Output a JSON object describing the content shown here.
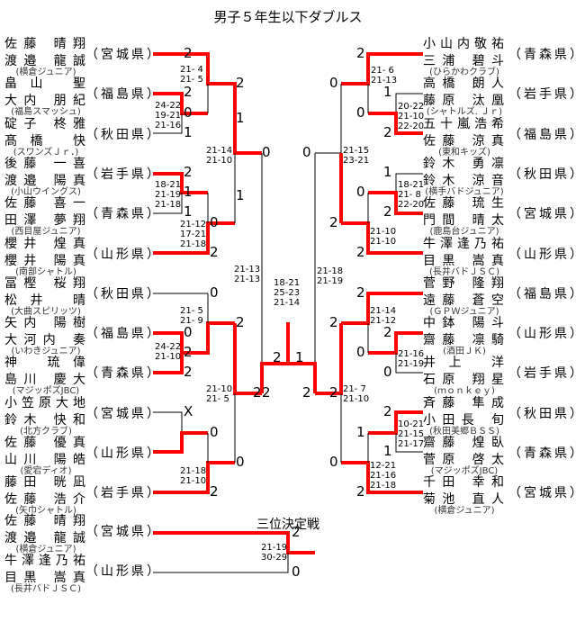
{
  "title": "男子５年生以下ダブルス",
  "third_place_title": "三位決定戦",
  "left_entries": [
    {
      "names": [
        "佐藤　晴翔",
        "渡邉　龍誠"
      ],
      "prefecture": "（宮城県）",
      "club": "(横倉ジュニア)"
    },
    {
      "names": [
        "畠山　　聖",
        "大内　朋紀"
      ],
      "prefecture": "（福島県）",
      "club": "(福島スマッシュ)"
    },
    {
      "names": [
        "碇子　柊雅",
        "髙橋　　快"
      ],
      "prefecture": "（秋田県）",
      "club": "(スワンズＪｒ．)"
    },
    {
      "names": [
        "後藤　一喜",
        "渡邉　陽真"
      ],
      "prefecture": "（岩手県）",
      "club": "(小山ウイングス)"
    },
    {
      "names": [
        "佐藤　喜一",
        "田澤　夢翔"
      ],
      "prefecture": "（青森県）",
      "club": "(西目屋ジュニア)"
    },
    {
      "names": [
        "櫻井　煌真",
        "櫻井　陽真"
      ],
      "prefecture": "（山形県）",
      "club": "(南部シャトル)"
    },
    {
      "names": [
        "冨樫　桜翔",
        "松井　　晴"
      ],
      "prefecture": "（秋田県）",
      "club": "(大曲スピリッツ)"
    },
    {
      "names": [
        "矢内　陽樹",
        "大河内　奏"
      ],
      "prefecture": "（福島県）",
      "club": "(いわきジュニア)"
    },
    {
      "names": [
        "神　　琉偉",
        "島川　慶大"
      ],
      "prefecture": "（青森県）",
      "club": "(マジッポズJBC)"
    },
    {
      "names": [
        "小笠原大地",
        "鈴木　快和"
      ],
      "prefecture": "（宮城県）",
      "club": "(北方クラブ)"
    },
    {
      "names": [
        "佐藤　優真",
        "山川　陽皓"
      ],
      "prefecture": "（山形県）",
      "club": "(愛宕ディオ)"
    },
    {
      "names": [
        "藤田　晄凪",
        "佐藤　浩介"
      ],
      "prefecture": "（岩手県）",
      "club": "(矢巾シャトル)"
    }
  ],
  "right_entries": [
    {
      "names": [
        "小山内敬祐",
        "三浦　碧斗"
      ],
      "prefecture": "（青森県）",
      "club": "(ひらかわクラブ)"
    },
    {
      "names": [
        "高橋　朗人",
        "藤原　汰凰"
      ],
      "prefecture": "（岩手県）",
      "club": "(シャトルズ. Ｊｒ)"
    },
    {
      "names": [
        "五十嵐浩希",
        "佐藤　涼真"
      ],
      "prefecture": "（福島県）",
      "club": "(東和キッズ)"
    },
    {
      "names": [
        "鈴木　勇凛",
        "鈴木　涼音"
      ],
      "prefecture": "（秋田県）",
      "club": "(横手バドジュニア)"
    },
    {
      "names": [
        "佐藤　琉生",
        "門間　晴太"
      ],
      "prefecture": "（宮城県）",
      "club": "(鹿島台ジュニア)"
    },
    {
      "names": [
        "牛澤逢乃祐",
        "目黒　嵩真"
      ],
      "prefecture": "（山形県）",
      "club": "(長井バドＪＳＣ)"
    },
    {
      "names": [
        "菅野　隆翔",
        "遠藤　蒼空"
      ],
      "prefecture": "（福島県）",
      "club": "(ＧＰＷジュニア)"
    },
    {
      "names": [
        "中鉢　陽斗",
        "齋藤　凛騎"
      ],
      "prefecture": "（山形県）",
      "club": "(酒田ＪＫ)"
    },
    {
      "names": [
        "井上　　洋",
        "石原　翔星"
      ],
      "prefecture": "（岩手県）",
      "club": "(ｍｏｎｋｅｙ)"
    },
    {
      "names": [
        "斉藤　隼成",
        "小田長　旬"
      ],
      "prefecture": "（秋田県）",
      "club": "(秋田美郷ＢＳＳ)"
    },
    {
      "names": [
        "齋藤　煌臥",
        "菅原　啓太"
      ],
      "prefecture": "（青森県）",
      "club": "(マジッポズJBC)"
    },
    {
      "names": [
        "千田　幸和",
        "菊池　直人"
      ],
      "prefecture": "（宮城県）",
      "club": "(横倉ジュニア)"
    }
  ],
  "third_place": {
    "entries": [
      {
        "names": [
          "佐藤　晴翔",
          "渡邉　龍誠"
        ],
        "prefecture": "（宮城県）",
        "club": "(横倉ジュニア)"
      },
      {
        "names": [
          "牛澤逢乃祐",
          "目黒　嵩真"
        ],
        "prefecture": "（山形県）",
        "club": "(長井バドＪＳＣ)"
      }
    ],
    "scores": [
      "2",
      "0"
    ],
    "games": "21-19\n30-29"
  },
  "matches": {
    "L_r1a": {
      "scores": [
        "2",
        "1"
      ],
      "games": "24-22\n19-21\n21-16"
    },
    "L_r2a": {
      "scores": [
        "2",
        "0"
      ],
      "games": "21- 4\n21- 5"
    },
    "L_r1b": {
      "scores": [
        "2",
        "1"
      ],
      "games": "18-21\n21-19\n21-18"
    },
    "L_r2b": {
      "scores": [
        "1",
        "2"
      ],
      "games": "21-12\n17-21\n21-18"
    },
    "L_qf1": {
      "scores": [
        "2",
        "0"
      ],
      "games": "21-14\n21-10"
    },
    "L_r1c": {
      "scores": [
        "0",
        "2"
      ],
      "games": "24-22\n21-10"
    },
    "L_r2c": {
      "scores": [
        "0",
        "2"
      ],
      "games": "21- 5\n21- 9"
    },
    "L_r1d": {
      "scores": [
        "X",
        "0"
      ],
      "games": ""
    },
    "L_r2d": {
      "scores": [
        "0",
        "2"
      ],
      "games": "21-18\n21-10"
    },
    "L_qf2": {
      "scores": [
        "2",
        "0"
      ],
      "games": "21-10\n21- 5"
    },
    "L_sf": {
      "scores": [
        "0",
        "2"
      ],
      "games": "21-13\n21-13"
    },
    "R_r2a": {
      "scores": [
        "2",
        "0"
      ],
      "games": "21- 6\n21-13"
    },
    "R_r1a": {
      "scores": [
        "1",
        "2"
      ],
      "games": "20-22\n21-10\n22-20"
    },
    "R_r1b": {
      "scores": [
        "1",
        "2"
      ],
      "games": "18-21\n21- 8\n22-20"
    },
    "R_r2b": {
      "scores": [
        "0",
        "2"
      ],
      "games": "21-10\n21-10"
    },
    "R_qf1": {
      "scores": [
        "0",
        "2"
      ],
      "games": "21-15\n23-21"
    },
    "R_r2c": {
      "scores": [
        "2",
        "0"
      ],
      "games": "21-14\n21-12"
    },
    "R_r1c": {
      "scores": [
        "2",
        "0"
      ],
      "games": "21-16\n21-19"
    },
    "R_r1d": {
      "scores": [
        "2",
        "1"
      ],
      "games": "10-21\n21-15\n21-17"
    },
    "R_r2d": {
      "scores": [
        "1",
        "2"
      ],
      "games": "12-21\n21-16\n21-18"
    },
    "R_qf2": {
      "scores": [
        "2",
        "0"
      ],
      "games": "21- 7\n21-10"
    },
    "R_sf": {
      "scores": [
        "0",
        "2"
      ],
      "games": "21-18\n21-19"
    },
    "final": {
      "scores": [
        "2",
        "1"
      ],
      "games": "18-21\n25-23\n21-14"
    }
  },
  "colors": {
    "winner_line": "#ff0000",
    "loser_line": "#000000"
  }
}
